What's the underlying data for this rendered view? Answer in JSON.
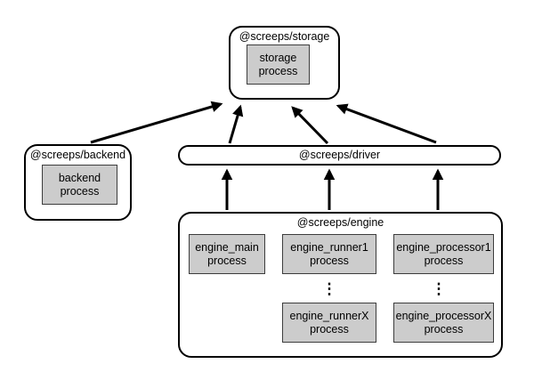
{
  "colors": {
    "background": "#ffffff",
    "package_fill": "#ffffff",
    "package_border": "#000000",
    "process_fill": "#cccccc",
    "process_border": "#3d3d3d",
    "text": "#000000",
    "arrow": "#000000"
  },
  "packages": {
    "storage": {
      "title": "@screeps/storage",
      "process": "storage\nprocess"
    },
    "backend": {
      "title": "@screeps/backend",
      "process": "backend\nprocess"
    },
    "driver": {
      "title": "@screeps/driver"
    },
    "engine": {
      "title": "@screeps/engine",
      "ellipsis": "⋮",
      "processes": {
        "main": "engine_main\nprocess",
        "runner1": "engine_runner1\nprocess",
        "runnerX": "engine_runnerX\nprocess",
        "processor1": "engine_processor1\nprocess",
        "processorX": "engine_processorX\nprocess"
      }
    }
  },
  "edges": [
    {
      "from": "@screeps/backend",
      "to": "@screeps/storage"
    },
    {
      "from": "@screeps/driver",
      "to": "@screeps/storage"
    },
    {
      "from": "@screeps/driver",
      "to": "@screeps/storage"
    },
    {
      "from": "@screeps/driver",
      "to": "@screeps/storage"
    },
    {
      "from": "@screeps/engine",
      "to": "@screeps/driver"
    },
    {
      "from": "@screeps/engine",
      "to": "@screeps/driver"
    },
    {
      "from": "@screeps/engine",
      "to": "@screeps/driver"
    }
  ]
}
